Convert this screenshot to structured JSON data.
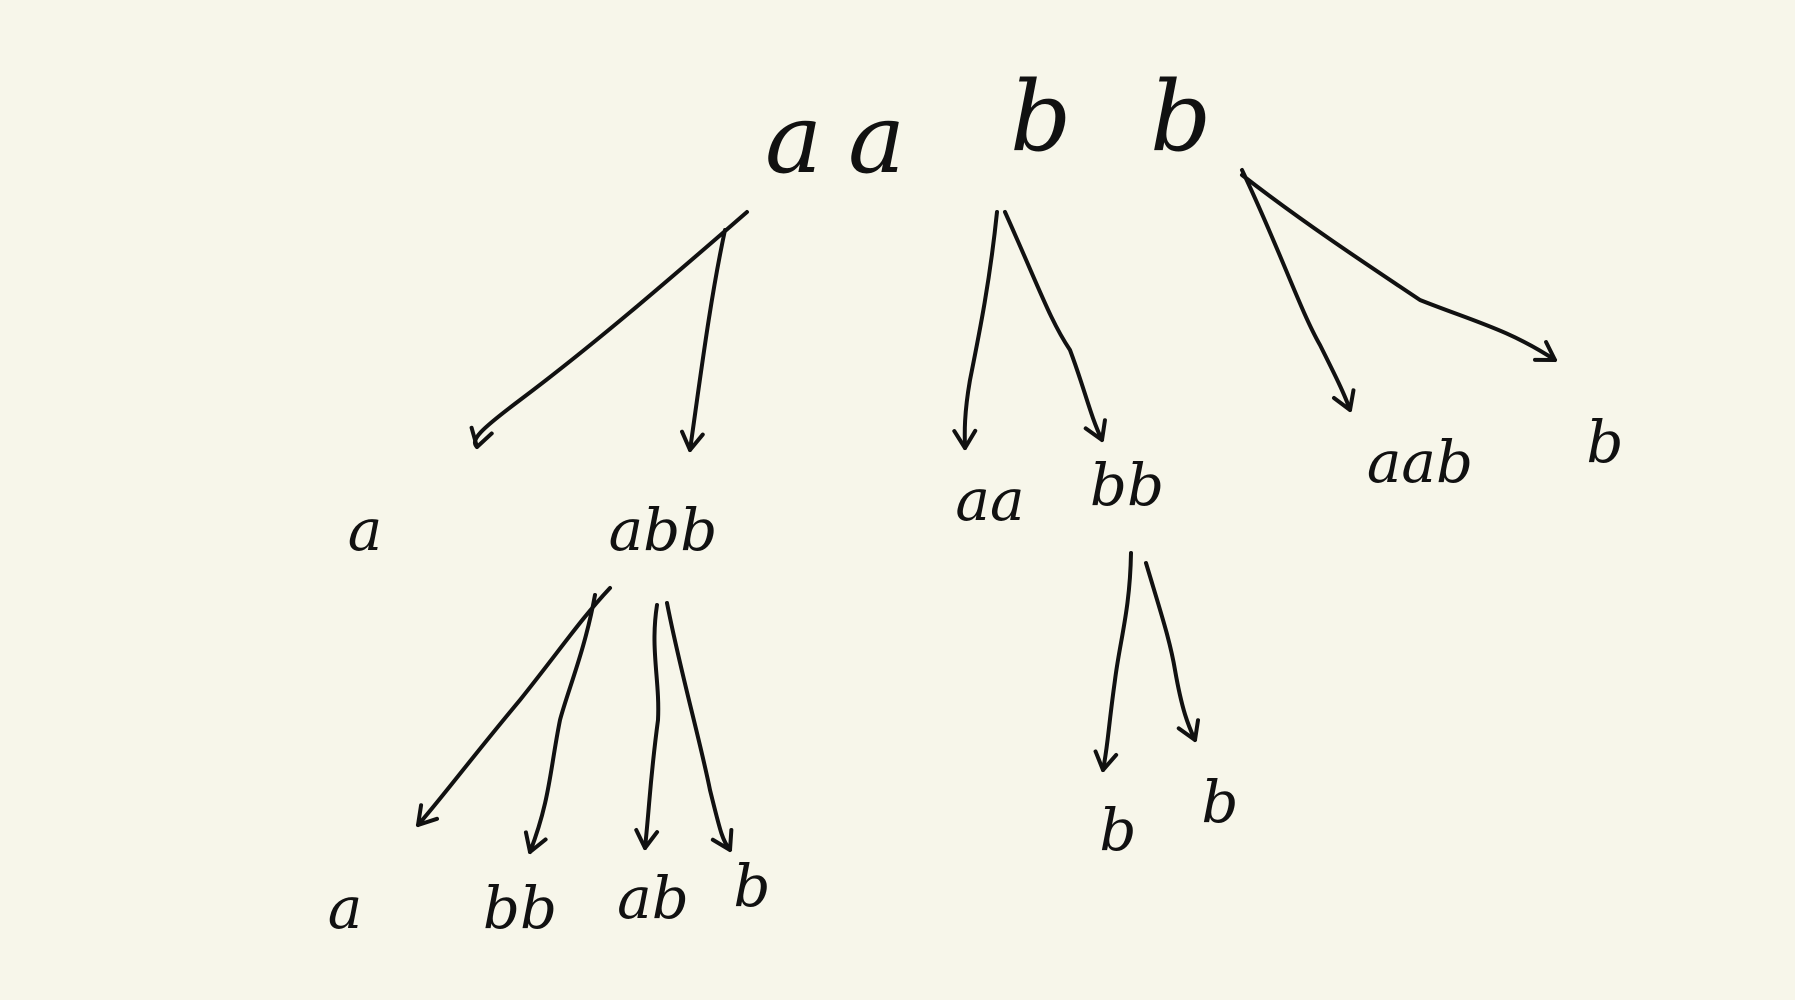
{
  "background_color": "#f7f6ea",
  "ink_color": "#111111",
  "root": {
    "id": "root",
    "chars": [
      "a",
      "a",
      "b",
      "b"
    ]
  },
  "nodes": [
    {
      "id": "n-a1",
      "label": "a"
    },
    {
      "id": "n-abb",
      "label": "abb"
    },
    {
      "id": "n-aa",
      "label": "aa"
    },
    {
      "id": "n-bb",
      "label": "bb"
    },
    {
      "id": "n-aab",
      "label": "aab"
    },
    {
      "id": "n-b1",
      "label": "b"
    },
    {
      "id": "n-a2",
      "label": "a"
    },
    {
      "id": "n-bb2",
      "label": "bb"
    },
    {
      "id": "n-ab",
      "label": "ab"
    },
    {
      "id": "n-b2",
      "label": "b"
    },
    {
      "id": "n-b3",
      "label": "b"
    },
    {
      "id": "n-b4",
      "label": "b"
    }
  ],
  "edges": [
    {
      "from": "root",
      "to": "n-a1"
    },
    {
      "from": "root",
      "to": "n-abb"
    },
    {
      "from": "root",
      "to": "n-aa"
    },
    {
      "from": "root",
      "to": "n-bb"
    },
    {
      "from": "root",
      "to": "n-aab"
    },
    {
      "from": "root",
      "to": "n-b1"
    },
    {
      "from": "n-abb",
      "to": "n-a2"
    },
    {
      "from": "n-abb",
      "to": "n-bb2"
    },
    {
      "from": "n-abb",
      "to": "n-ab"
    },
    {
      "from": "n-abb",
      "to": "n-b2"
    },
    {
      "from": "n-bb",
      "to": "n-b3"
    },
    {
      "from": "n-bb",
      "to": "n-b4"
    }
  ]
}
